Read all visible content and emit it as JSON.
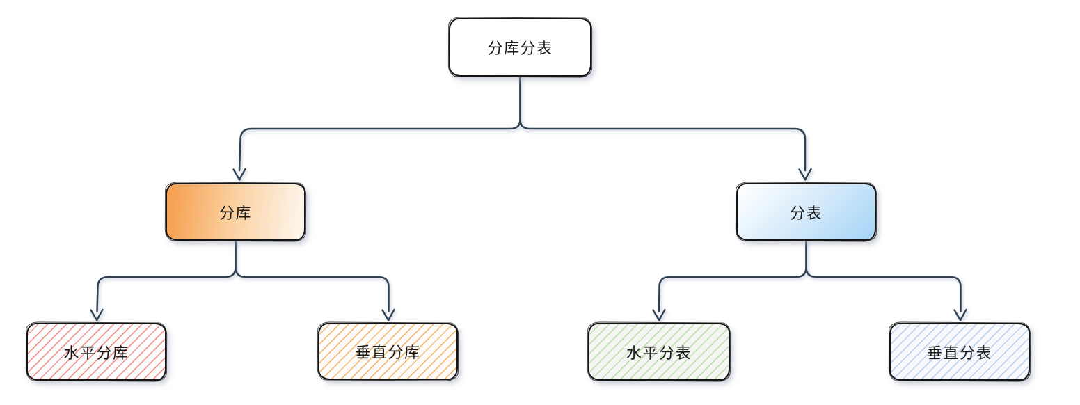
{
  "diagram": {
    "type": "tree",
    "nodes": [
      {
        "id": "root",
        "label": "分库分表",
        "level": 0,
        "style": "plain-white"
      },
      {
        "id": "fenku",
        "label": "分库",
        "level": 1,
        "style": "gradient-orange"
      },
      {
        "id": "fenbiao",
        "label": "分表",
        "level": 1,
        "style": "gradient-blue"
      },
      {
        "id": "shuiping-fenku",
        "label": "水平分库",
        "level": 2,
        "style": "hatch-red"
      },
      {
        "id": "chuizhi-fenku",
        "label": "垂直分库",
        "level": 2,
        "style": "hatch-orange"
      },
      {
        "id": "shuiping-fenbiao",
        "label": "水平分表",
        "level": 2,
        "style": "hatch-green"
      },
      {
        "id": "chuizhi-fenbiao",
        "label": "垂直分表",
        "level": 2,
        "style": "hatch-blue"
      }
    ],
    "edges": [
      {
        "from": "root",
        "to": "fenku",
        "arrow": "down"
      },
      {
        "from": "root",
        "to": "fenbiao",
        "arrow": "down"
      },
      {
        "from": "fenku",
        "to": "shuiping-fenku",
        "arrow": "down"
      },
      {
        "from": "fenku",
        "to": "chuizhi-fenku",
        "arrow": "down"
      },
      {
        "from": "fenbiao",
        "to": "shuiping-fenbiao",
        "arrow": "down"
      },
      {
        "from": "fenbiao",
        "to": "chuizhi-fenbiao",
        "arrow": "down"
      }
    ],
    "colors": {
      "canvas_bg": "#ffffff",
      "connector": "#2e4254",
      "node_border": "#141414",
      "text": "#1a1a1a",
      "orange_gradient_start": "#f6a355",
      "orange_gradient_end": "#fdf4e9",
      "blue_gradient_start": "#fcfeff",
      "blue_gradient_end": "#a8d6f6",
      "hatch_red": "#f0928c",
      "hatch_orange": "#f6b870",
      "hatch_green": "#badbaa",
      "hatch_blue": "#baceeb"
    }
  }
}
